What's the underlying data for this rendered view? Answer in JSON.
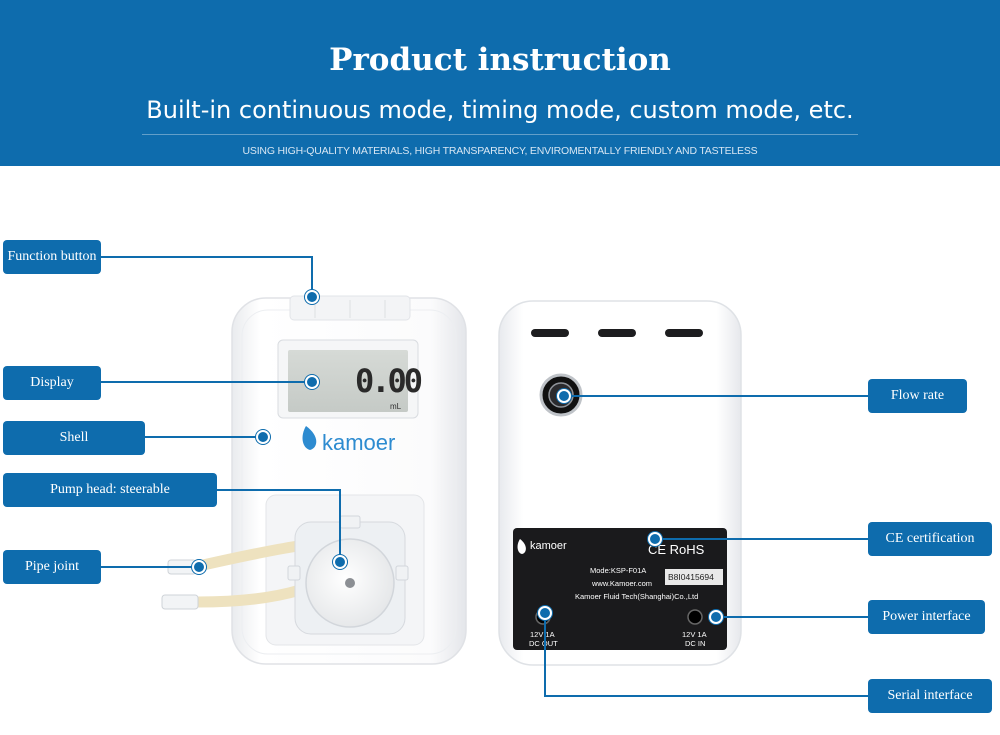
{
  "header": {
    "title": "Product instruction",
    "subtitle": "Built-in continuous mode, timing mode, custom mode, etc.",
    "tagline": "USING HIGH-QUALITY MATERIALS, HIGH TRANSPARENCY, ENVIROMENTALLY FRIENDLY AND TASTELESS"
  },
  "callouts_left": {
    "function_button": "Function button",
    "display": "Display",
    "shell": "Shell",
    "pump_head": "Pump head: steerable",
    "pipe_joint": "Pipe joint"
  },
  "callouts_right": {
    "flow_rate": "Flow rate",
    "ce_certification": "CE certification",
    "power_interface": "Power interface",
    "serial_interface": "Serial interface"
  },
  "front_device": {
    "lcd_value": "0.00",
    "lcd_unit": "mL",
    "brand": "kamoer"
  },
  "back_device": {
    "brand": "kamoer",
    "certs": "CE RoHS",
    "model": "Mode:KSP-F01A",
    "website": "www.Kamoer.com",
    "serial": "B8I0415694",
    "company": "Kamoer Fluid Tech(Shanghai)Co.,Ltd",
    "dc_out_rating": "12V 1A",
    "dc_out": "DC OUT",
    "dc_in_rating": "12V 1A",
    "dc_in": "DC IN"
  },
  "colors": {
    "brand_blue": "#0e6cad",
    "logo_blue": "#2d8bd0"
  }
}
